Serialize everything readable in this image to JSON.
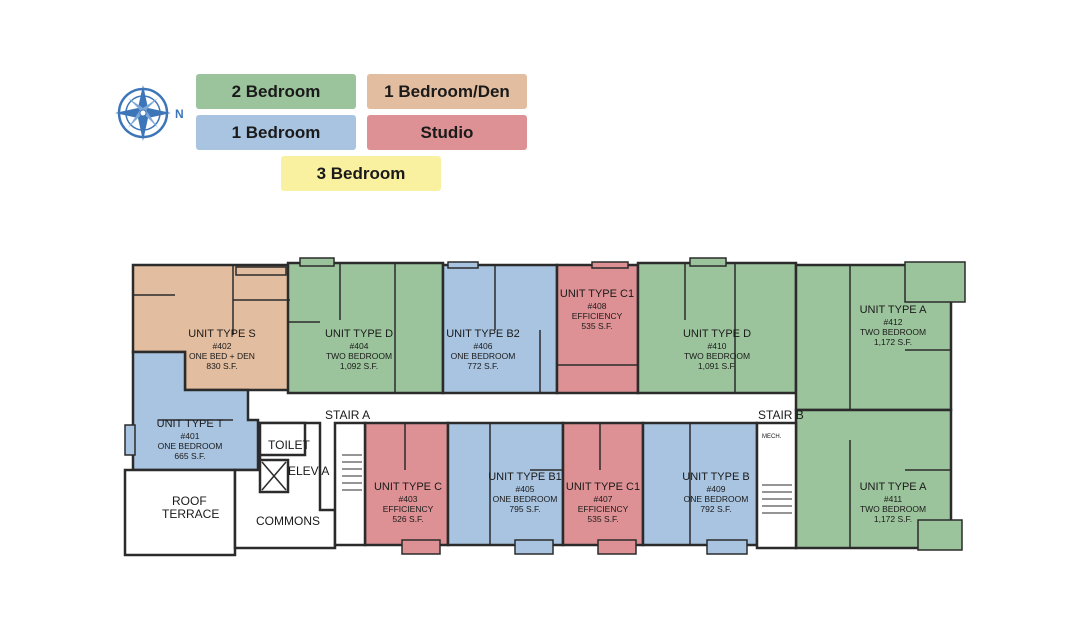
{
  "compass": {
    "direction": "N",
    "icon": "compass-rose-icon"
  },
  "legend": [
    {
      "label": "2 Bedroom",
      "color": "#9cc49c"
    },
    {
      "label": "1 Bedroom/Den",
      "color": "#e3bd9f"
    },
    {
      "label": "1 Bedroom",
      "color": "#a9c4e0"
    },
    {
      "label": "Studio",
      "color": "#dd9194"
    },
    {
      "label": "3 Bedroom",
      "color": "#faf1a0"
    }
  ],
  "colors": {
    "two_bedroom": "#9cc49c",
    "one_bedroom_den": "#e3bd9f",
    "one_bedroom": "#a9c4e0",
    "studio": "#dd9194",
    "wall": "#2b2b2b",
    "outline": "#3a3a3a"
  },
  "units": [
    {
      "title": "UNIT TYPE S",
      "number": "#402",
      "kind": "ONE BED + DEN",
      "sf": "830 S.F."
    },
    {
      "title": "UNIT TYPE D",
      "number": "#404",
      "kind": "TWO BEDROOM",
      "sf": "1,092 S.F."
    },
    {
      "title": "UNIT TYPE B2",
      "number": "#406",
      "kind": "ONE BEDROOM",
      "sf": "772 S.F."
    },
    {
      "title": "UNIT TYPE C1",
      "number": "#408",
      "kind": "EFFICIENCY",
      "sf": "535 S.F."
    },
    {
      "title": "UNIT TYPE D",
      "number": "#410",
      "kind": "TWO BEDROOM",
      "sf": "1,091 S.F."
    },
    {
      "title": "UNIT TYPE A",
      "number": "#412",
      "kind": "TWO BEDROOM",
      "sf": "1,172 S.F."
    },
    {
      "title": "UNIT TYPE T",
      "number": "#401",
      "kind": "ONE BEDROOM",
      "sf": "665 S.F."
    },
    {
      "title": "UNIT TYPE C",
      "number": "#403",
      "kind": "EFFICIENCY",
      "sf": "526 S.F."
    },
    {
      "title": "UNIT TYPE B1",
      "number": "#405",
      "kind": "ONE BEDROOM",
      "sf": "795 S.F."
    },
    {
      "title": "UNIT TYPE C1",
      "number": "#407",
      "kind": "EFFICIENCY",
      "sf": "535 S.F."
    },
    {
      "title": "UNIT TYPE B",
      "number": "#409",
      "kind": "ONE BEDROOM",
      "sf": "792 S.F."
    },
    {
      "title": "UNIT TYPE A",
      "number": "#411",
      "kind": "TWO BEDROOM",
      "sf": "1,172 S.F."
    }
  ],
  "labels": {
    "stair_a": "STAIR A",
    "stair_b": "STAIR B",
    "toilet": "TOILET",
    "elev": "ELEV A",
    "roof_line1": "ROOF",
    "roof_line2": "TERRACE",
    "commons": "COMMONS",
    "mech": "MECH."
  }
}
